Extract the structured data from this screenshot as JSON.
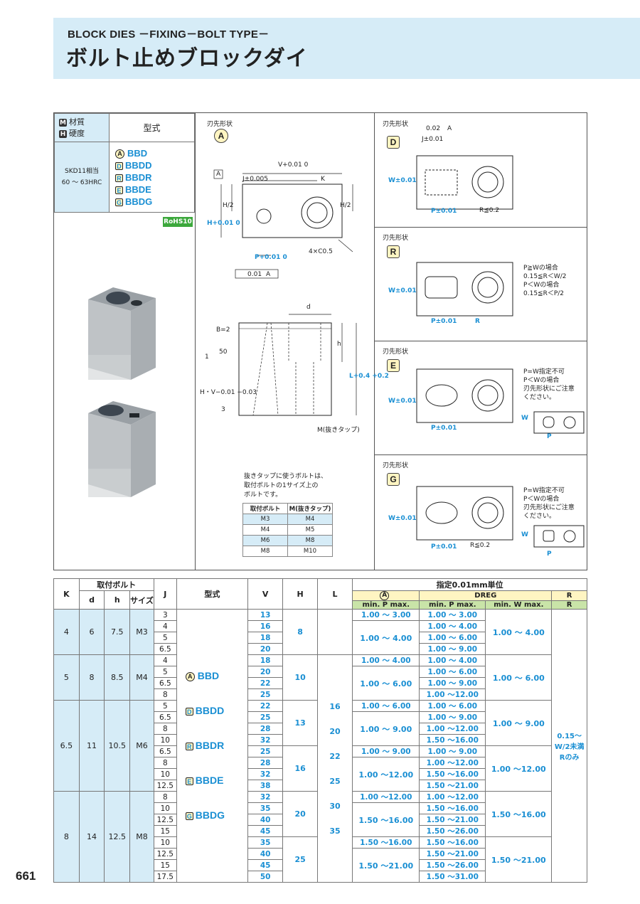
{
  "header": {
    "title_en": "BLOCK DIES －FIXING－BOLT TYPE－",
    "title_jp": "ボルト止めブロックダイ"
  },
  "spec": {
    "material_label": "材質",
    "hardness_label": "硬度",
    "material_badge": "M",
    "hardness_badge": "H",
    "type_header": "型式",
    "material_value": "SKD11相当",
    "hardness_value": "60 ～ 63HRC",
    "models": [
      {
        "code": "A",
        "name": "BBD"
      },
      {
        "code": "D",
        "name": "BBDD"
      },
      {
        "code": "R",
        "name": "BBDR"
      },
      {
        "code": "E",
        "name": "BBDE"
      },
      {
        "code": "G",
        "name": "BBDG"
      }
    ],
    "rohs": "RoHS10"
  },
  "drawing_A": {
    "title": "刃先形状",
    "badge": "A",
    "labels": [
      "V+0.01 0",
      "J±0.005",
      "K",
      "H/2",
      "H/2",
      "H+0.01 0",
      "P+0.01 0",
      "4×C0.5",
      "0.01",
      "A",
      "A"
    ]
  },
  "drawing_side": {
    "labels": [
      "d",
      "B=2",
      "h",
      "L+0.4 +0.2",
      "50",
      "H・V−0.01 −0.03",
      "3",
      "1",
      "M(抜きタップ)"
    ]
  },
  "drawing_D": {
    "title": "刃先形状",
    "badge": "D",
    "labels": [
      "0.02",
      "A",
      "J±0.01",
      "W±0.01",
      "P±0.01",
      "R≦0.2"
    ]
  },
  "drawing_R": {
    "title": "刃先形状",
    "badge": "R",
    "labels": [
      "W±0.01",
      "P±0.01",
      "R"
    ],
    "notes": [
      "P≧Wの場合",
      "0.15≦R＜W/2",
      "P＜Wの場合",
      "0.15≦R＜P/2"
    ]
  },
  "drawing_E": {
    "title": "刃先形状",
    "badge": "E",
    "labels": [
      "W±0.01",
      "P±0.01",
      "W",
      "P"
    ],
    "notes": [
      "P=W指定不可",
      "P＜Wの場合",
      "刃先形状にご注意",
      "ください。"
    ]
  },
  "drawing_G": {
    "title": "刃先形状",
    "badge": "G",
    "labels": [
      "W±0.01",
      "P±0.01",
      "R≦0.2",
      "W",
      "P"
    ],
    "notes": [
      "P=W指定不可",
      "P＜Wの場合",
      "刃先形状にご注意",
      "ください。"
    ]
  },
  "tap_note": [
    "抜きタップに使うボルトは、",
    "取付ボルトの1サイズ上の",
    "ボルトです。"
  ],
  "tap_table": {
    "headers": [
      "取付ボルト",
      "M(抜きタップ)"
    ],
    "rows": [
      [
        "M3",
        "M4"
      ],
      [
        "M4",
        "M5"
      ],
      [
        "M6",
        "M8"
      ],
      [
        "M8",
        "M10"
      ]
    ]
  },
  "main_table": {
    "headers": {
      "K": "K",
      "bolt": "取付ボルト",
      "d": "d",
      "h": "h",
      "size": "サイズ",
      "J": "J",
      "type": "型式",
      "V": "V",
      "H": "H",
      "L": "L",
      "unit": "指定0.01mm単位",
      "A": "A",
      "DREG": "DREG",
      "R": "R",
      "a_min": "min. P max.",
      "dreg_p": "min. P max.",
      "dreg_w": "min. W max.",
      "r_col": "R"
    },
    "models": [
      "BBD",
      "BBDD",
      "BBDR",
      "BBDE",
      "BBDG"
    ],
    "model_codes": [
      "A",
      "D",
      "R",
      "E",
      "G"
    ],
    "L_values": [
      "16",
      "20",
      "22",
      "25",
      "30",
      "35"
    ],
    "R_value": "0.15～W/2未満 Rのみ",
    "groups": [
      {
        "K": "4",
        "d": "6",
        "h": "7.5",
        "size": "M3",
        "rows": [
          {
            "J": "3",
            "V": "13"
          },
          {
            "J": "4",
            "V": "16"
          },
          {
            "J": "5",
            "V": "18"
          },
          {
            "J": "6.5",
            "V": "20"
          }
        ]
      },
      {
        "K": "5",
        "d": "8",
        "h": "8.5",
        "size": "M4",
        "rows": [
          {
            "J": "4",
            "V": "18"
          },
          {
            "J": "5",
            "V": "20"
          },
          {
            "J": "6.5",
            "V": "22"
          },
          {
            "J": "8",
            "V": "25"
          }
        ]
      },
      {
        "K": "6.5",
        "d": "11",
        "h": "10.5",
        "size": "M6",
        "rows": [
          {
            "J": "5",
            "V": "22"
          },
          {
            "J": "6.5",
            "V": "25"
          },
          {
            "J": "8",
            "V": "28"
          },
          {
            "J": "10",
            "V": "32"
          },
          {
            "J": "6.5",
            "V": "25"
          },
          {
            "J": "8",
            "V": "28"
          },
          {
            "J": "10",
            "V": "32"
          },
          {
            "J": "12.5",
            "V": "38"
          }
        ]
      },
      {
        "K": "8",
        "d": "14",
        "h": "12.5",
        "size": "M8",
        "rows": [
          {
            "J": "8",
            "V": "32"
          },
          {
            "J": "10",
            "V": "35"
          },
          {
            "J": "12.5",
            "V": "40"
          },
          {
            "J": "15",
            "V": "45"
          },
          {
            "J": "10",
            "V": "35"
          },
          {
            "J": "12.5",
            "V": "40"
          },
          {
            "J": "15",
            "V": "45"
          },
          {
            "J": "17.5",
            "V": "50"
          }
        ]
      }
    ],
    "H_values": [
      "8",
      "10",
      "13",
      "16",
      "20",
      "25"
    ],
    "A_col": [
      [
        "1.00 ～ 3.00",
        "1.00 ～ 4.00"
      ],
      [
        "1.00 ～ 4.00",
        "1.00 ～ 6.00"
      ],
      [
        "1.00 ～ 6.00",
        "1.00 ～ 9.00"
      ],
      [
        "1.00 ～ 9.00",
        "1.00 ～12.00"
      ],
      [
        "1.00 ～12.00",
        "1.50 ～16.00"
      ],
      [
        "1.50 ～16.00",
        "1.50 ～21.00"
      ]
    ],
    "dreg_p": [
      "1.00 ～ 3.00",
      "1.00 ～ 4.00",
      "1.00 ～ 6.00",
      "1.00 ～ 9.00",
      "1.00 ～ 4.00",
      "1.00 ～ 6.00",
      "1.00 ～ 9.00",
      "1.00 ～12.00",
      "1.00 ～ 6.00",
      "1.00 ～ 9.00",
      "1.00 ～12.00",
      "1.50 ～16.00",
      "1.00 ～ 9.00",
      "1.00 ～12.00",
      "1.50 ～16.00",
      "1.50 ～21.00",
      "1.00 ～12.00",
      "1.50 ～16.00",
      "1.50 ～21.00",
      "1.50 ～26.00",
      "1.50 ～16.00",
      "1.50 ～21.00",
      "1.50 ～26.00",
      "1.50 ～31.00"
    ],
    "dreg_w": [
      "1.00 ～ 4.00",
      "1.00 ～ 6.00",
      "1.00 ～ 9.00",
      "1.00 ～12.00",
      "1.50 ～16.00",
      "1.50 ～21.00"
    ]
  },
  "page_number": "661"
}
